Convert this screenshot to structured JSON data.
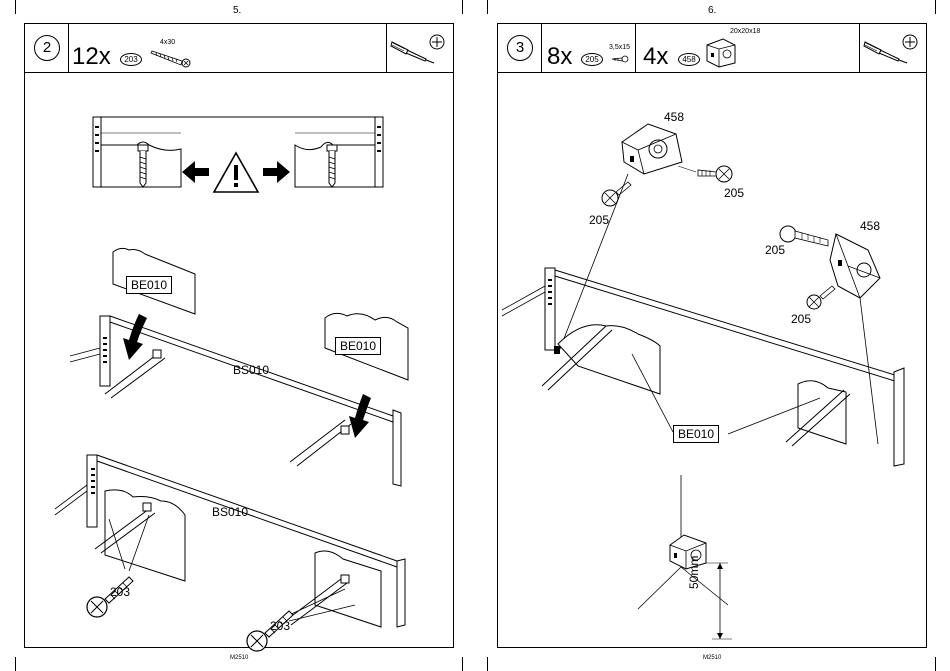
{
  "left_page": {
    "page_number": "5.",
    "footer_code": "M2510",
    "step": {
      "number": "2",
      "parts": [
        {
          "quantity": "12x",
          "part_code": "203",
          "size": "4x30",
          "icon": "long-screw-icon"
        }
      ],
      "tool_icon": "screwdriver-icon",
      "screw_head_icon": "phillips-head-icon"
    },
    "diagram": {
      "warning_icon": "warning-triangle-icon",
      "direction_arrows": [
        "arrow-left-icon",
        "arrow-right-icon"
      ],
      "labels": {
        "panel_a": "BE010",
        "panel_b": "BE010",
        "rail_upper": "BS010",
        "rail_lower": "BS010",
        "screw_a": "203",
        "screw_b": "203"
      }
    }
  },
  "right_page": {
    "page_number": "6.",
    "footer_code": "M2510",
    "step": {
      "number": "3",
      "parts": [
        {
          "quantity": "8x",
          "part_code": "205",
          "size": "3,5x15",
          "icon": "short-screw-icon"
        },
        {
          "quantity": "4x",
          "part_code": "458",
          "size": "20x20x18",
          "icon": "corner-block-icon"
        }
      ],
      "tool_icon": "screwdriver-icon",
      "screw_head_icon": "phillips-head-icon"
    },
    "diagram": {
      "labels": {
        "block_top": "458",
        "block_right": "458",
        "screw_1": "205",
        "screw_2": "205",
        "screw_3": "205",
        "screw_4": "205",
        "panel": "BE010",
        "dimension": "50mm"
      }
    }
  }
}
